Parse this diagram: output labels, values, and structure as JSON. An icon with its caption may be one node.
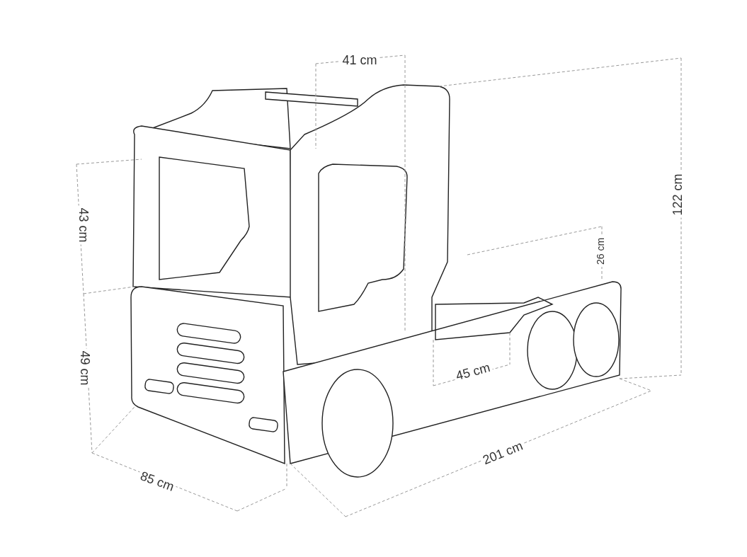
{
  "diagram": {
    "labels": [
      "41 cm",
      "122 cm",
      "43 cm",
      "26 cm",
      "49 cm",
      "45 cm",
      "201 cm",
      "85 cm"
    ]
  }
}
